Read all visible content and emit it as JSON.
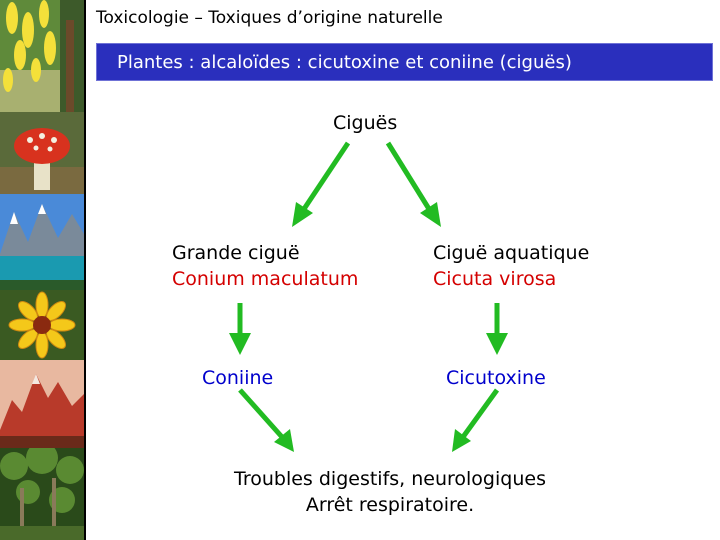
{
  "header": {
    "title": "Toxicologie – Toxiques d’origine naturelle"
  },
  "banner": {
    "text": "Plantes : alcaloïdes : cicutoxine et coniine (ciguës)"
  },
  "diagram": {
    "root": "Ciguës",
    "left_plant": {
      "common": "Grande ciguë",
      "latin": "Conium maculatum"
    },
    "right_plant": {
      "common": "Ciguë aquatique",
      "latin": "Cicuta virosa"
    },
    "left_toxin": "Coniine",
    "right_toxin": "Cicutoxine",
    "effects": {
      "line1": "Troubles digestifs, neurologiques",
      "line2": "Arrêt respiratoire."
    }
  },
  "colors": {
    "arrow": "#22bb22",
    "banner": "#2a2fbd",
    "latin_name": "#d40000",
    "toxin": "#0000cc"
  },
  "sidebar": {
    "photos": [
      "laburnum-flowers-photo",
      "fly-agaric-mushroom-photo",
      "mountain-lake-photo",
      "yellow-daisy-flower-photo",
      "red-mountain-photo",
      "forest-photo"
    ]
  }
}
